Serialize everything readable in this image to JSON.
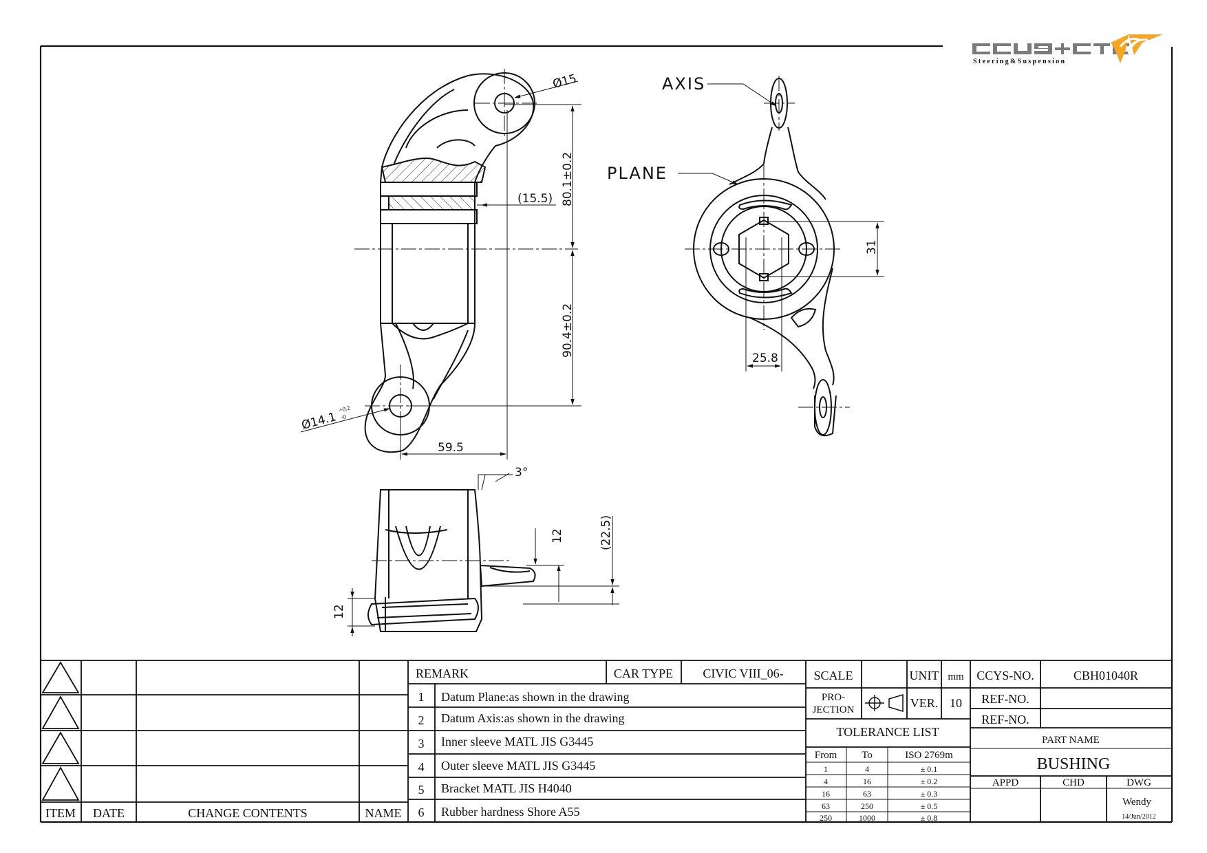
{
  "logo": {
    "wordmark": "CCYS+CTC",
    "tagline": "Steering&Suspension"
  },
  "dimensions": {
    "hole_top": "Ø15",
    "height_upper": "80.1±0.2",
    "height_lower": "90.4±0.2",
    "offset": "(15.5)",
    "hole_bottom": "Ø14.1",
    "hole_bottom_tol_upper": "+0.2",
    "hole_bottom_tol_lower": "-0",
    "horizontal_offset": "59.5",
    "angle": "3°",
    "flange_thickness": "12",
    "flange_height": "(22.5)",
    "bottom_flange": "12",
    "spacing": "31",
    "width": "25.8"
  },
  "callouts": {
    "axis": "AXIS",
    "plane": "PLANE"
  },
  "revision_table": {
    "headers": [
      "ITEM",
      "DATE",
      "CHANGE CONTENTS",
      "NAME"
    ]
  },
  "remarks": {
    "title": "REMARK",
    "car_type_label": "CAR TYPE",
    "car_type_value": "CIVIC VIII_06-",
    "items": [
      {
        "no": "1",
        "text": "Datum Plane:as shown in the drawing"
      },
      {
        "no": "2",
        "text": "Datum Axis:as shown in the drawing"
      },
      {
        "no": "3",
        "text": "Inner sleeve MATL JIS G3445"
      },
      {
        "no": "4",
        "text": "Outer sleeve MATL JIS G3445"
      },
      {
        "no": "5",
        "text": "Bracket MATL JIS H4040"
      },
      {
        "no": "6",
        "text": "Rubber hardness Shore A55"
      }
    ]
  },
  "scale": {
    "label": "SCALE",
    "unit_label": "UNIT",
    "unit_value": "mm",
    "projection_label_1": "PRO-",
    "projection_label_2": "JECTION",
    "ver_label": "VER.",
    "ver_value": "10"
  },
  "tolerance": {
    "title": "TOLERANCE LIST",
    "headers": [
      "From",
      "To",
      "ISO 2769m"
    ],
    "rows": [
      [
        "1",
        "4",
        "± 0.1"
      ],
      [
        "4",
        "16",
        "± 0.2"
      ],
      [
        "16",
        "63",
        "± 0.3"
      ],
      [
        "63",
        "250",
        "± 0.5"
      ],
      [
        "250",
        "1000",
        "± 0.8"
      ]
    ]
  },
  "part": {
    "ccys_label": "CCYS-NO.",
    "ccys_value": "CBH01040R",
    "ref_label_1": "REF-NO.",
    "ref_label_2": "REF-NO.",
    "part_name_label": "PART NAME",
    "part_name_value": "BUSHING",
    "appd_label": "APPD",
    "chd_label": "CHD",
    "dwg_label": "DWG",
    "dwg_value": "Wendy",
    "date_value": "14/Jun/2012"
  }
}
